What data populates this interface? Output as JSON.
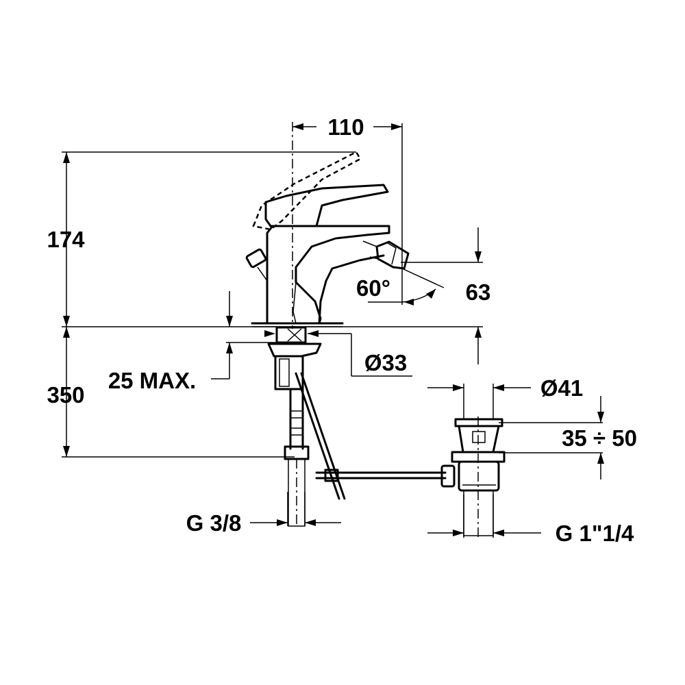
{
  "labels": {
    "width_110": "110",
    "height_174": "174",
    "height_350": "350",
    "max_25": "25 MAX.",
    "angle_60": "60°",
    "height_63": "63",
    "dia_33": "Ø33",
    "dia_41": "Ø41",
    "range_35_50": "35 ÷ 50",
    "thread_g38": "G 3/8",
    "thread_g114": "G 1\"1/4"
  },
  "colors": {
    "line": "#000000",
    "background": "#ffffff"
  }
}
